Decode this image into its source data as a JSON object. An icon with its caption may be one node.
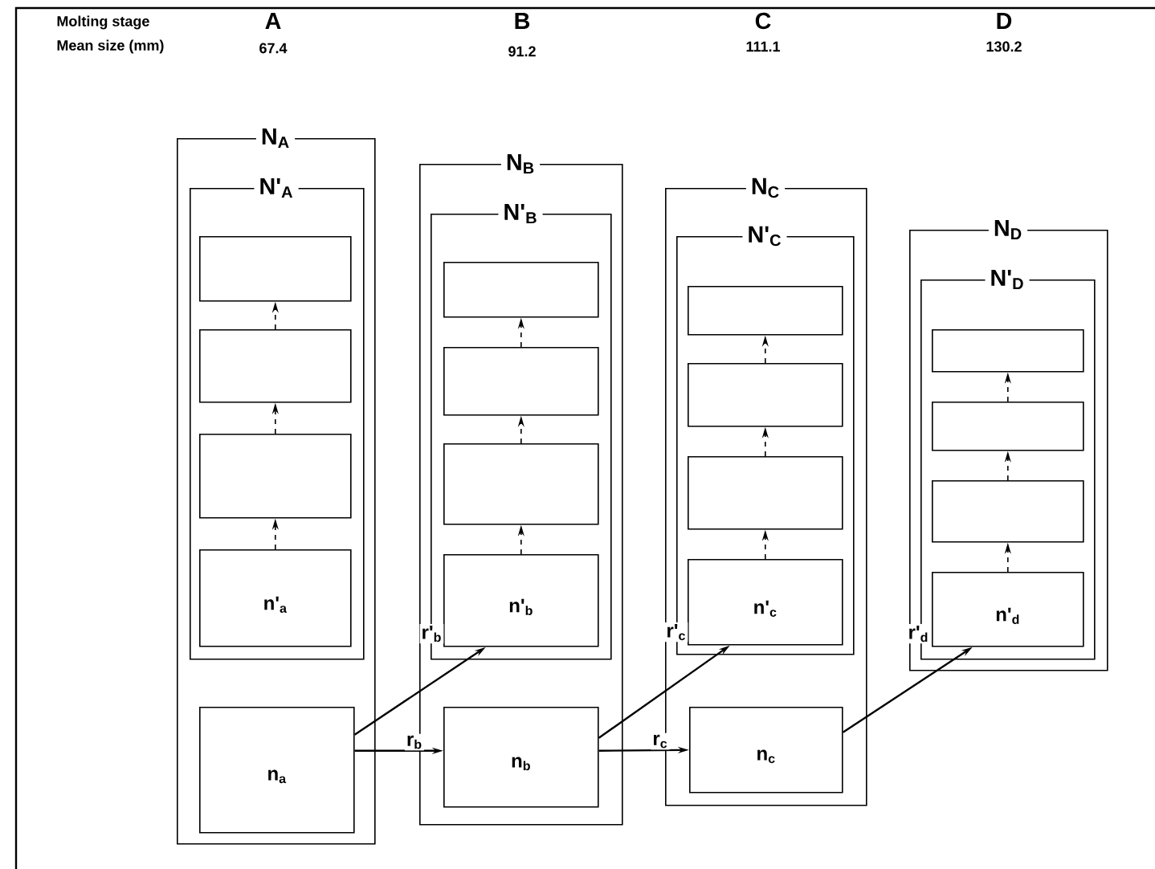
{
  "diagram": {
    "nodes": [
      {
        "text": [
          "N$_{A}$"
        ]
      },
      {
        "text": [
          "N'$_{A}$"
        ],
        "in": 0
      },
      {
        "text": [],
        "shape": "box",
        "in": 1
      },
      {
        "text": [],
        "shape": "box",
        "in": 1
      },
      {
        "text": [],
        "shape": "box",
        "in": 1
      },
      {
        "text": [
          "n'$_{a}$"
        ],
        "in": 1
      },
      {
        "text": [
          "n$_{a}$"
        ],
        "in": 0
      },
      {
        "text": [
          "N$_{B}$"
        ]
      },
      {
        "text": [
          "N'$_{B}$"
        ],
        "in": 7
      },
      {
        "text": [],
        "shape": "box",
        "in": 8
      },
      {
        "text": [],
        "shape": "box",
        "in": 8
      },
      {
        "text": [],
        "shape": "box",
        "in": 8
      },
      {
        "text": [
          "n'$_{b}$"
        ],
        "in": 8
      },
      {
        "text": [
          "n$_{b}$"
        ],
        "in": 7
      },
      {
        "text": [
          "N$_{C}$"
        ]
      },
      {
        "text": [
          "N'$_{C}$"
        ],
        "in": 14
      },
      {
        "text": [],
        "shape": "box",
        "in": 15
      },
      {
        "text": [],
        "shape": "box",
        "in": 15
      },
      {
        "text": [],
        "shape": "box",
        "in": 15
      },
      {
        "text": [
          "n'$_{c}$"
        ],
        "in": 15
      },
      {
        "text": [
          "n$_{c}$"
        ],
        "in": 14
      },
      {
        "text": [
          "N$_{D}$"
        ]
      },
      {
        "text": [
          "N'$_{D}$"
        ],
        "in": 21
      },
      {
        "text": [],
        "shape": "box",
        "in": 22
      },
      {
        "text": [],
        "shape": "box",
        "in": 22
      },
      {
        "text": [],
        "shape": "box",
        "in": 22
      },
      {
        "text": [
          "n'$_{d}$"
        ],
        "in": 22
      }
    ],
    "edges": [
      {
        "from": 5,
        "to": 4,
        "arrow": "to",
        "style": "dashed"
      },
      {
        "from": 4,
        "to": 3,
        "arrow": "to",
        "style": "dashed"
      },
      {
        "from": 3,
        "to": 2,
        "arrow": "to",
        "style": "dashed"
      },
      {
        "from": 12,
        "to": 11,
        "arrow": "to",
        "style": "dashed"
      },
      {
        "from": 11,
        "to": 10,
        "arrow": "to",
        "style": "dashed"
      },
      {
        "from": 10,
        "to": 9,
        "arrow": "to",
        "style": "dashed"
      },
      {
        "from": 19,
        "to": 18,
        "arrow": "to",
        "style": "dashed"
      },
      {
        "from": 18,
        "to": 17,
        "arrow": "to",
        "style": "dashed"
      },
      {
        "from": 17,
        "to": 16,
        "arrow": "to",
        "style": "dashed"
      },
      {
        "from": 26,
        "to": 25,
        "arrow": "to",
        "style": "dashed"
      },
      {
        "from": 25,
        "to": 24,
        "arrow": "to",
        "style": "dashed"
      },
      {
        "from": 24,
        "to": 23,
        "arrow": "to",
        "style": "dashed"
      },
      {
        "from": 6,
        "to": 12,
        "arrow": "to",
        "label": "r'$_{b}$"
      },
      {
        "from": 6,
        "to": 13,
        "arrow": "to",
        "label": "r$_{b}$"
      },
      {
        "from": 13,
        "to": 19,
        "arrow": "to",
        "label": "r'$_{c}$"
      },
      {
        "from": 13,
        "to": 20,
        "arrow": "to",
        "label": "r$_{c}$"
      },
      {
        "from": 20,
        "to": 26,
        "arrow": "to",
        "label": "r'$_{d}$"
      }
    ],
    "labels": [
      "Molting stage",
      "A",
      "B",
      "C",
      "D",
      "Mean size (mm)",
      "67.4",
      "91.2",
      "111.1",
      "130.2"
    ]
  }
}
